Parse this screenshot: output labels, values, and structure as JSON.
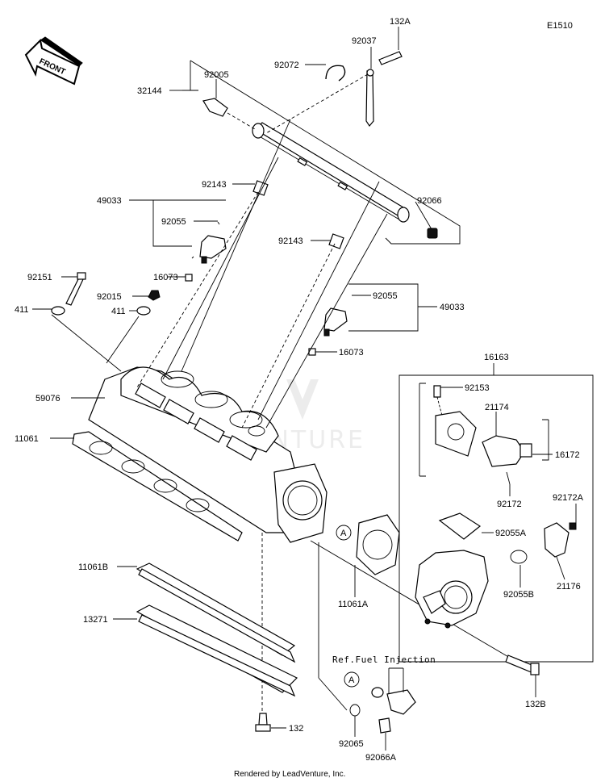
{
  "diagram_code": "E1510",
  "front_label": "FRONT",
  "watermark": "VENTURE",
  "credit": "Rendered by LeadVenture, Inc.",
  "ref_label": "Ref.Fuel Injection",
  "callout_a": "A",
  "parts": {
    "p132A": "132A",
    "p92037": "92037",
    "p92072": "92072",
    "p92005": "92005",
    "p32144": "32144",
    "p92143a": "92143",
    "p92066": "92066",
    "p49033a": "49033",
    "p92055a": "92055",
    "p92143b": "92143",
    "p92151": "92151",
    "p16073a": "16073",
    "p92015": "92015",
    "p411a": "411",
    "p411b": "411",
    "p92055b": "92055",
    "p49033b": "49033",
    "p16073b": "16073",
    "p16163": "16163",
    "p59076": "59076",
    "p92153": "92153",
    "p21174": "21174",
    "p11061": "11061",
    "p16172": "16172",
    "p92172": "92172",
    "p92172A": "92172A",
    "p92055A": "92055A",
    "p11061B": "11061B",
    "p11061A": "11061A",
    "p92055B": "92055B",
    "p21176": "21176",
    "p13271": "13271",
    "p132B": "132B",
    "p132": "132",
    "p92065": "92065",
    "p92066A": "92066A"
  }
}
